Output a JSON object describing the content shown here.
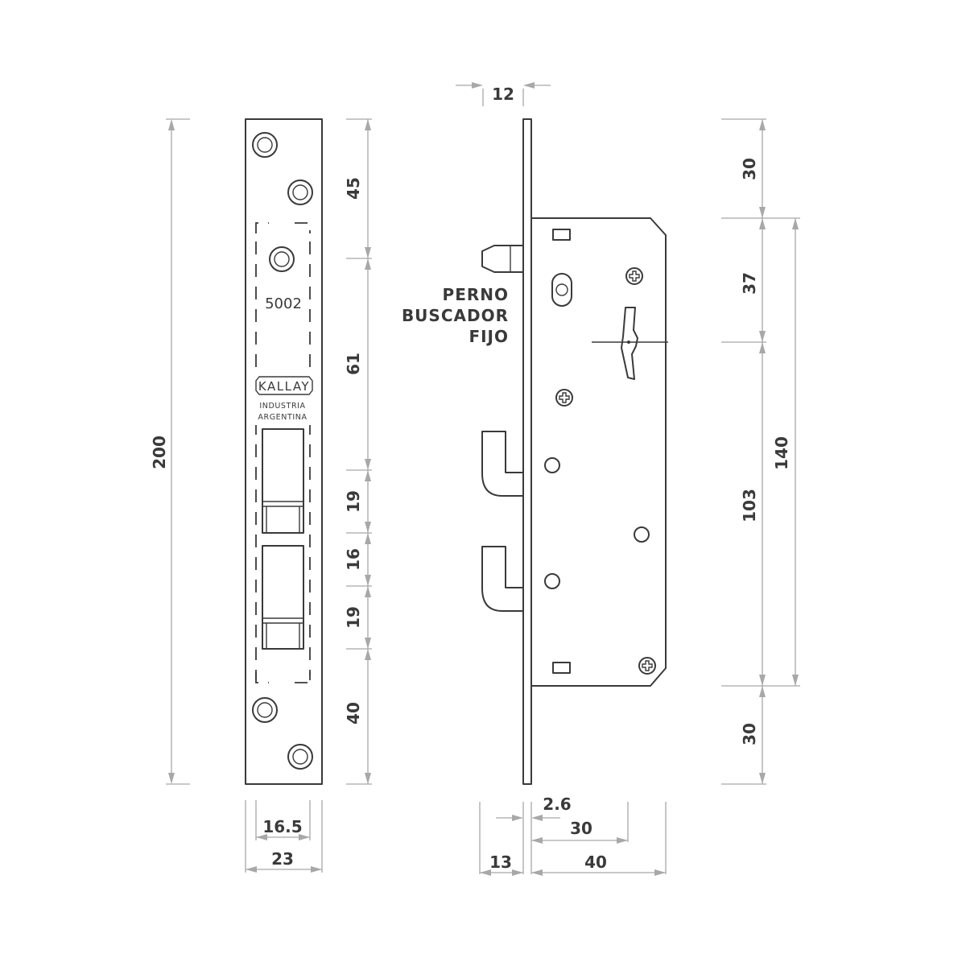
{
  "front_view": {
    "model_number": "5002",
    "brand": "KALLAY",
    "brand_line1": "INDUSTRIA",
    "brand_line2": "ARGENTINA"
  },
  "side_view": {
    "callout_line1": "PERNO",
    "callout_line2": "BUSCADOR",
    "callout_line3": "FIJO"
  },
  "dimensions": {
    "total_height": "200",
    "segment_top": "45",
    "segment_2": "61",
    "segment_3": "19",
    "segment_4": "16",
    "segment_5": "19",
    "segment_bottom": "40",
    "hole_spacing_width": "16.5",
    "faceplate_width": "23",
    "faceplate_thickness": "12",
    "faceplate_depth": "2.6",
    "backset": "30",
    "case_depth": "40",
    "latch_projection": "13",
    "top_offset": "30",
    "top_to_spindle": "37",
    "spindle_to_bottom": "103",
    "case_height": "140",
    "bottom_offset": "30"
  }
}
